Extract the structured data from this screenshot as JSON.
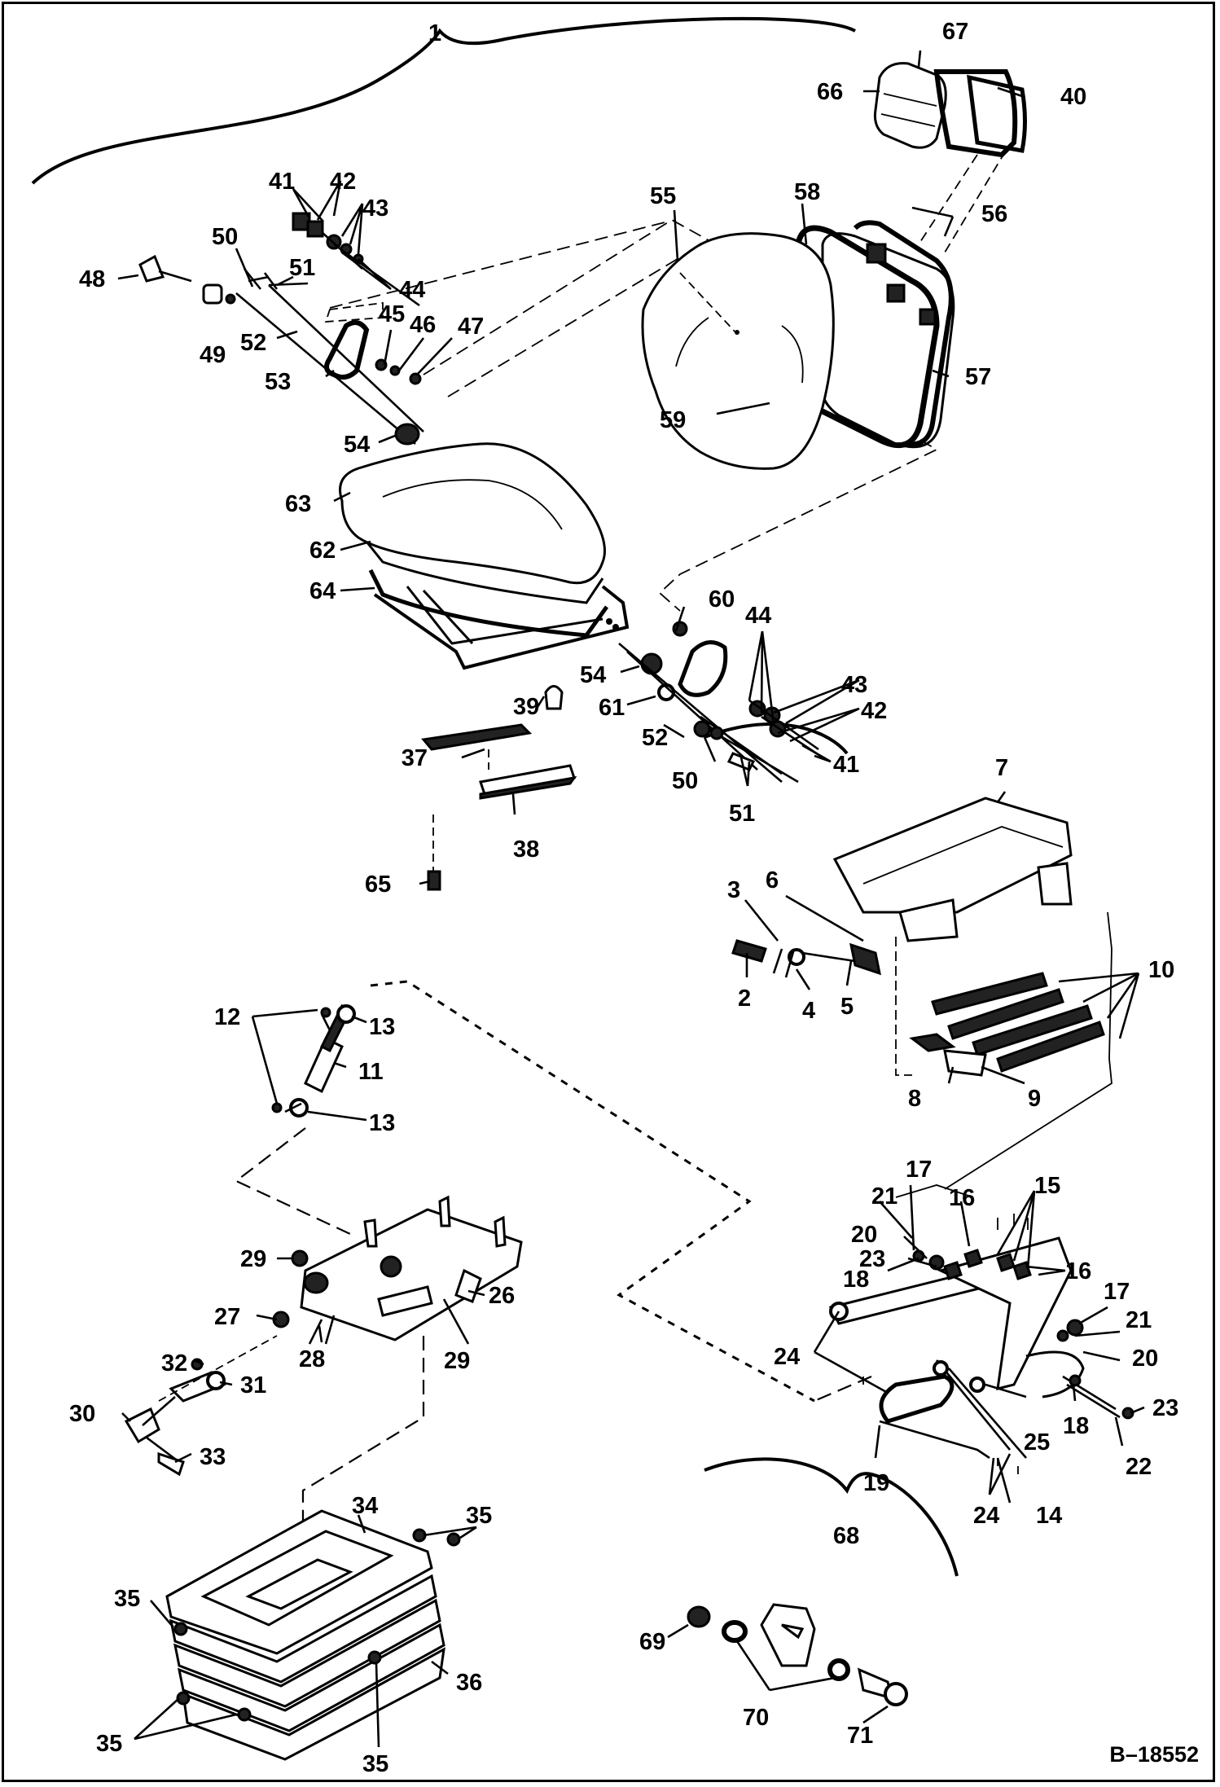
{
  "drawing_number": "B–18552",
  "callouts": [
    "1",
    "2",
    "3",
    "4",
    "5",
    "6",
    "7",
    "8",
    "9",
    "10",
    "11",
    "12",
    "13",
    "14",
    "15",
    "16",
    "17",
    "18",
    "19",
    "20",
    "21",
    "22",
    "23",
    "24",
    "25",
    "26",
    "27",
    "28",
    "29",
    "30",
    "31",
    "32",
    "33",
    "34",
    "35",
    "36",
    "37",
    "38",
    "39",
    "40",
    "41",
    "42",
    "43",
    "44",
    "45",
    "46",
    "47",
    "48",
    "49",
    "50",
    "51",
    "52",
    "53",
    "54",
    "55",
    "56",
    "57",
    "58",
    "59",
    "60",
    "61",
    "62",
    "63",
    "64",
    "65",
    "66",
    "67",
    "68",
    "69",
    "70",
    "71"
  ],
  "extra": {
    "l13b": "13",
    "l16b": "16",
    "l17b": "17",
    "l18b": "18",
    "l20b": "20",
    "l21b": "21",
    "l23b": "23",
    "l24b": "24",
    "l29b": "29",
    "l35b": "35",
    "l35c": "35",
    "l35d": "35",
    "l41b": "41",
    "l42b": "42",
    "l43b": "43",
    "l44b": "44",
    "l50b": "50",
    "l51b": "51",
    "l52b": "52",
    "l54b": "54"
  }
}
